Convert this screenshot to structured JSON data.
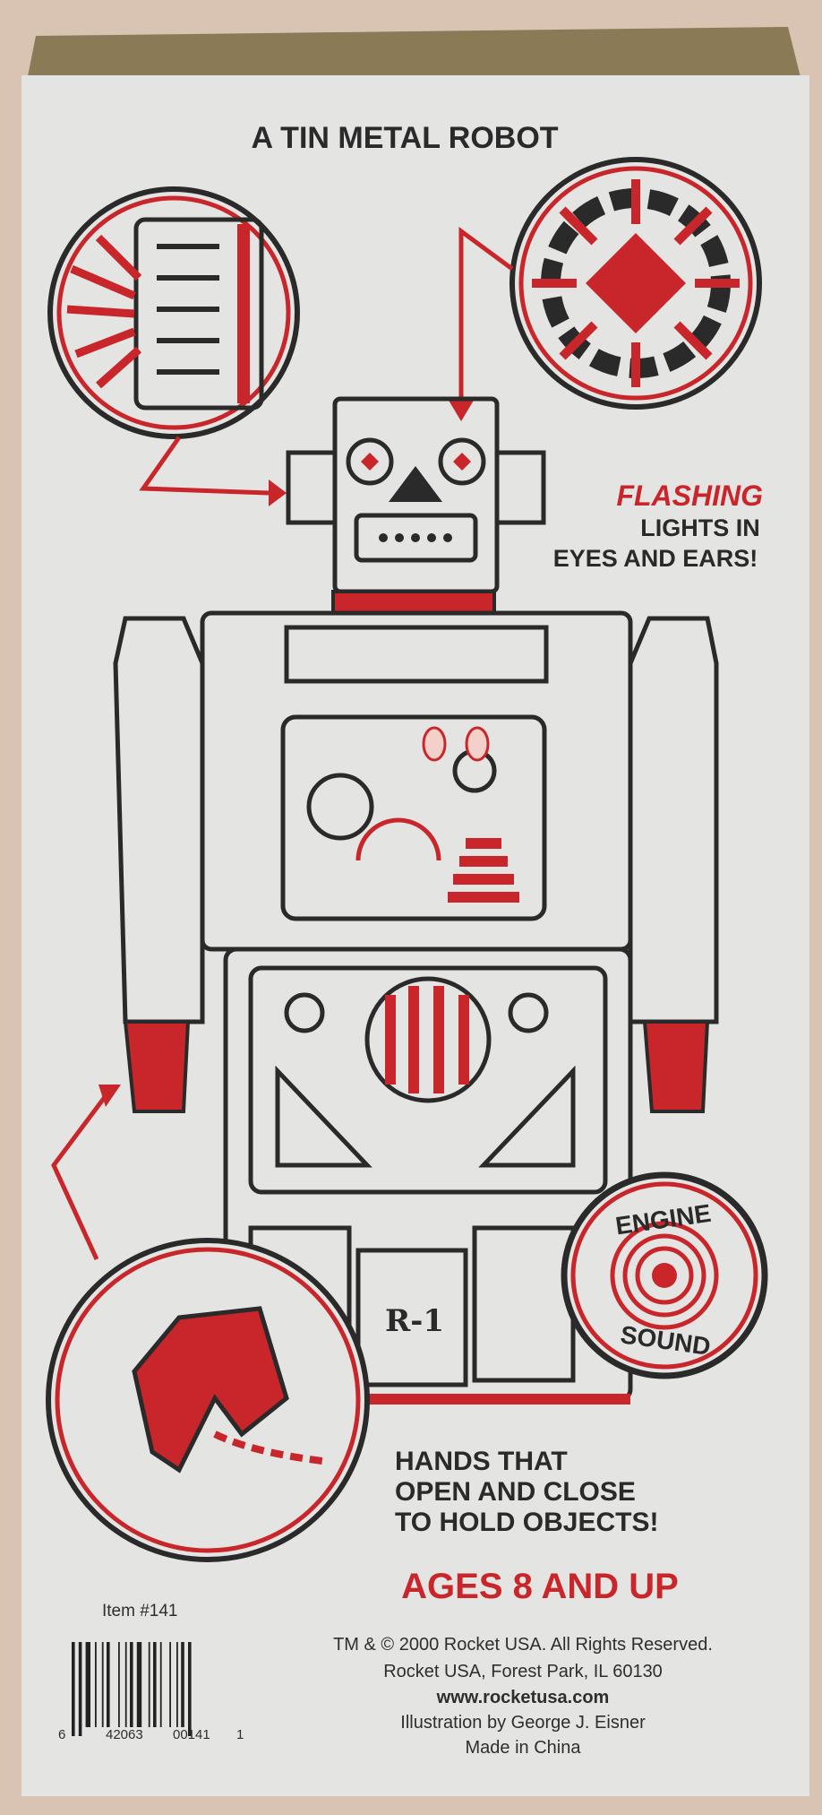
{
  "title": "A TIN METAL ROBOT",
  "features": {
    "flashing": "FLASHING",
    "lights_line1": "LIGHTS IN",
    "lights_line2": "EYES AND EARS!",
    "engine_top": "ENGINE",
    "engine_bottom": "SOUND",
    "hands_line1": "HANDS THAT",
    "hands_line2": "OPEN AND CLOSE",
    "hands_line3": "TO HOLD OBJECTS!"
  },
  "robot_badge": "R-1",
  "ages": "AGES 8 AND UP",
  "item_number": "Item #141",
  "barcode": {
    "first": "6",
    "left": "42063",
    "right": "00141",
    "last": "1"
  },
  "credits": [
    "TM & © 2000 Rocket USA. All Rights Reserved.",
    "Rocket USA, Forest Park, IL 60130",
    "www.rocketusa.com",
    "Illustration by George J. Eisner",
    "Made in China"
  ],
  "colors": {
    "red": "#c8262a",
    "ink": "#2a2a2a",
    "panel": "#e4e4e2",
    "background": "#d9c4b4"
  }
}
